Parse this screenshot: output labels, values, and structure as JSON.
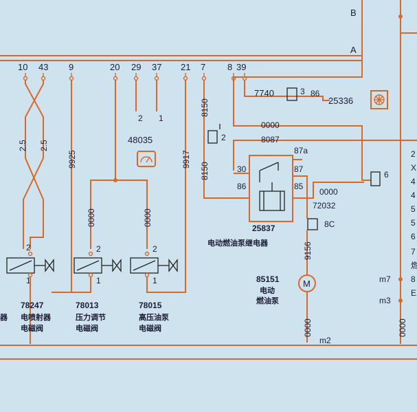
{
  "ecu": {
    "label_b": "B",
    "label_a": "A",
    "pins": [
      "10",
      "43",
      "9",
      "20",
      "29",
      "37",
      "21",
      "7",
      "8",
      "39"
    ]
  },
  "wires": {
    "cross_a": "2.5",
    "cross_b": "2.5",
    "w_9925": "9925",
    "w_0000_a": "0000",
    "w_0000_b": "0000",
    "w_9917": "9917",
    "w_8150_top": "8150",
    "w_8150_bot": "8150",
    "w_0000_top": "0000",
    "w_8087": "8087",
    "w_0000_right": "0000",
    "w_72032": "72032",
    "w_9156": "9156",
    "w_0000_pump": "0000",
    "w_0000_far": "0000"
  },
  "connectors": {
    "c2": "2",
    "c1": "1",
    "c_2_small": "2",
    "c_1_small": "1",
    "c_6": "6",
    "c_3": "3",
    "c_86": "86",
    "c_8c": "8C"
  },
  "sensor_48035": {
    "id": "48035",
    "pin2": "2",
    "pin1": "1"
  },
  "ref_7740": "7740",
  "ref_25336": "25336",
  "relay": {
    "id": "25837",
    "name": "电动燃油泵继电器",
    "pins": {
      "p87a": "87a",
      "p30": "30",
      "p87": "87",
      "p86": "86",
      "p85": "85"
    }
  },
  "pump": {
    "id": "85151",
    "name1": "电动",
    "name2": "燃油泵",
    "symbol": "M"
  },
  "valves": [
    {
      "id": "78247",
      "name1": "电喷射器",
      "name2": "电磁阀",
      "pin_top": "2",
      "pin_bot": "1"
    },
    {
      "id": "78013",
      "name1": "压力调节",
      "name2": "电磁阀",
      "pin_top": "2",
      "pin_bot": "1"
    },
    {
      "id": "78015",
      "name1": "高压油泵",
      "name2": "电磁阀",
      "pin_top": "2",
      "pin_bot": "1"
    }
  ],
  "left_edge_char": "器",
  "ground": {
    "m2": "m2",
    "m7": "m7",
    "m3": "m3"
  },
  "right_edge": [
    "2",
    "X",
    "4",
    "4",
    "5",
    "5",
    "6",
    "7",
    "燃",
    "8",
    "E"
  ]
}
